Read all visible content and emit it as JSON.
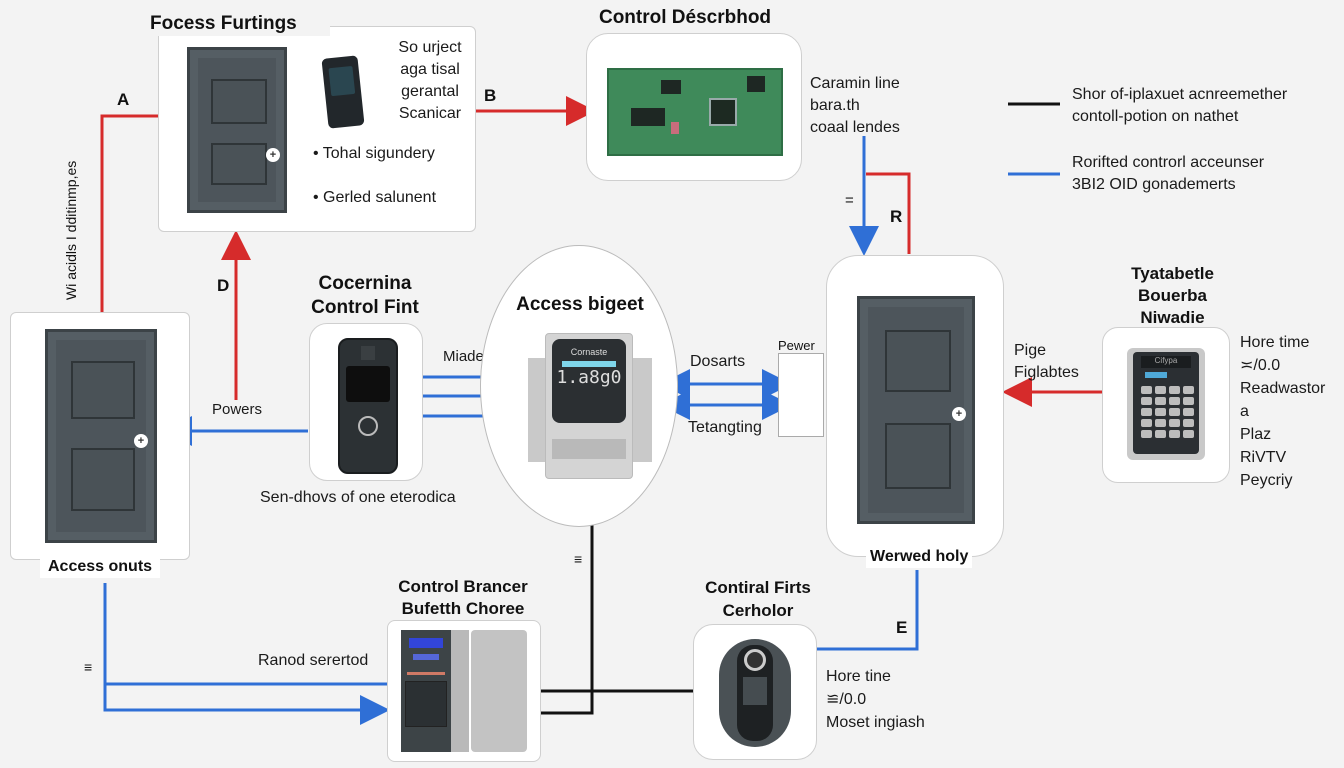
{
  "diagram": {
    "colors": {
      "red": "#d62b2b",
      "blue": "#2f6fd6",
      "black": "#111111"
    },
    "top_left_card": {
      "title": "Focess Furtings",
      "desc_lines": [
        "So urject",
        "aga tisal",
        "gerantal",
        "Scanicar"
      ],
      "bullets": [
        "Tohal sigundery",
        "Gerled salunent"
      ],
      "icons": [
        "door-icon",
        "card-reader-icon"
      ]
    },
    "control_board_card": {
      "title": "Control Déscrbhod",
      "note_lines": [
        "Caramin line",
        "bara.th",
        "coaal lendes"
      ],
      "icon": "circuit-board-icon"
    },
    "legend": [
      {
        "color": "#111111",
        "lines": [
          "Shor of-iplaxuet acnreemether",
          "contoll-potion on nathet"
        ]
      },
      {
        "color": "#2f6fd6",
        "lines": [
          "Rorifted controrl acceunser",
          "3BI2 OID gonademerts"
        ]
      }
    ],
    "vertical_label": "Wi acidls I dditinmp,es",
    "left_door_card": {
      "caption": "Access onuts",
      "icon": "door-icon"
    },
    "reader_card": {
      "title_lines": [
        "Cocernina",
        "Control Fint"
      ],
      "caption": "Sen-dhovs of one eterodica",
      "icon": "card-reader-icon"
    },
    "center_circle": {
      "title": "Access bigeet",
      "device_brand": "Cornaste",
      "device_display": "1.a8g0",
      "icon": "access-controller-icon"
    },
    "right_door_card": {
      "caption": "Werwed holy",
      "icon": "door-icon",
      "power_box_label": "Pewer"
    },
    "keypad_card": {
      "title_lines": [
        "Tyatabetle",
        "Bouerba",
        "Niwadie"
      ],
      "side_lines": [
        "Hore time",
        "≍/0.0",
        "Readwastor",
        "a",
        "Plaz",
        "RiVTV",
        "Peycriy"
      ],
      "display_text": "Cifypa",
      "icon": "keypad-icon"
    },
    "bottom_panel_card": {
      "title_lines": [
        "Control Brancer",
        "Bufetth Choree"
      ],
      "icon": "control-panel-icon"
    },
    "bottom_reader_card": {
      "title_lines": [
        "Contiral Firts",
        "Cerholor"
      ],
      "side_lines": [
        "Hore tine",
        "≌/0.0",
        "Moset ingiash"
      ],
      "icon": "biometric-reader-icon"
    },
    "edge_labels": {
      "A": "A",
      "B": "B",
      "D": "D",
      "R": "R",
      "E": "E",
      "powers": "Powers",
      "miade": "Miade",
      "dosarts": "Dosarts",
      "tetangting": "Tetangting",
      "pige": [
        "Pige",
        "Figlabtes"
      ],
      "ranod": "Ranod serertod",
      "eq1": "=",
      "eq2": "≡",
      "eq3": "≡"
    }
  }
}
